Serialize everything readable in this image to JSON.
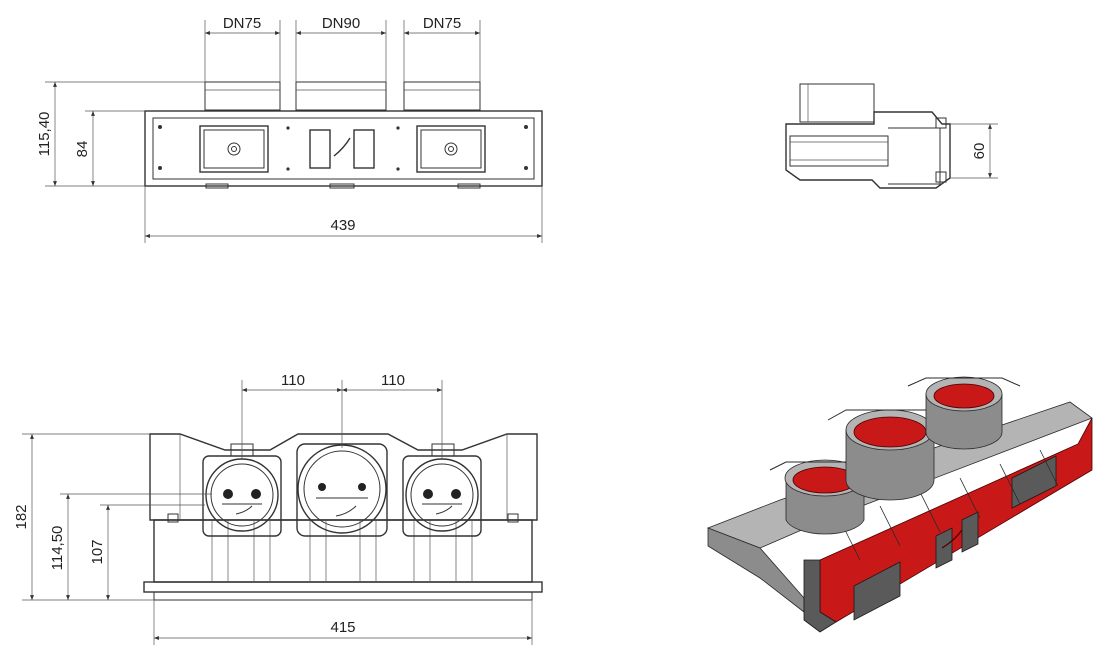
{
  "dimensions": {
    "top_view": {
      "dn_left": "DN75",
      "dn_center": "DN90",
      "dn_right": "DN75",
      "height_total": "115,40",
      "height_body": "84",
      "width": "439"
    },
    "side_view": {
      "height": "60"
    },
    "front_view": {
      "spacing_left": "110",
      "spacing_right": "110",
      "height_total": "182",
      "height_axis": "114,50",
      "height_lower": "107",
      "width": "415"
    }
  }
}
